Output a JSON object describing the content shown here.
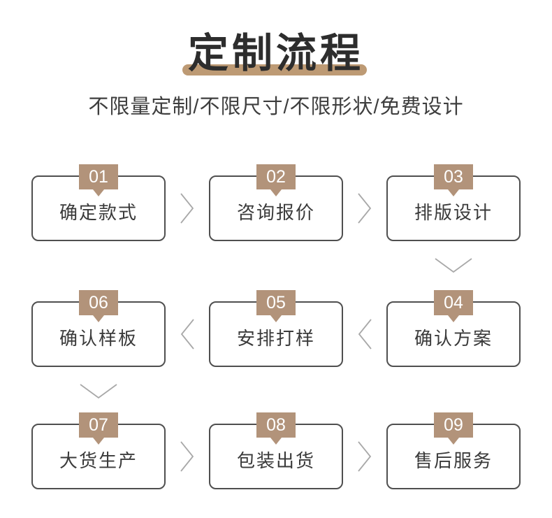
{
  "header": {
    "title": "定制流程",
    "subtitle": "不限量定制/不限尺寸/不限形状/免费设计"
  },
  "colors": {
    "accent_tan": "#b2937a",
    "title_underline": "#bd9a74",
    "card_border": "#4f4f4f",
    "arrow_gray": "#a8a8a8",
    "title_text": "#2d2d2d",
    "card_text": "#3a3a3a"
  },
  "flow": {
    "rows": [
      {
        "direction": "right",
        "steps": [
          {
            "number": "01",
            "label": "确定款式"
          },
          {
            "number": "02",
            "label": "咨询报价"
          },
          {
            "number": "03",
            "label": "排版设计"
          }
        ]
      },
      {
        "direction": "left",
        "steps": [
          {
            "number": "06",
            "label": "确认样板"
          },
          {
            "number": "05",
            "label": "安排打样"
          },
          {
            "number": "04",
            "label": "确认方案"
          }
        ]
      },
      {
        "direction": "right",
        "steps": [
          {
            "number": "07",
            "label": "大货生产"
          },
          {
            "number": "08",
            "label": "包装出货"
          },
          {
            "number": "09",
            "label": "售后服务"
          }
        ]
      }
    ]
  }
}
